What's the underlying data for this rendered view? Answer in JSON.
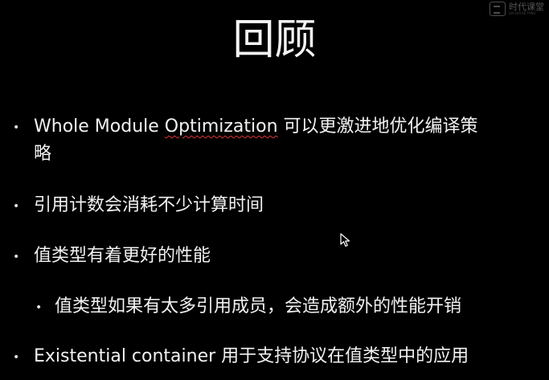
{
  "watermark": {
    "main": "时代课堂",
    "sub": "SHI DAI KE TANG"
  },
  "slide": {
    "title": "回顾",
    "bullets": [
      {
        "pre": "Whole Module ",
        "squiggle": "Optimization",
        "post": " 可以更激进地优化编译策",
        "cont": "略"
      },
      {
        "text": "引用计数会消耗不少计算时间"
      },
      {
        "text": "值类型有着更好的性能"
      },
      {
        "text": "值类型如果有太多引用成员，会造成额外的性能开销"
      },
      {
        "text": "Existential container 用于支持协议在值类型中的应用"
      }
    ],
    "bullet_glyph": "•"
  },
  "icons": {
    "cursor": "mouse-pointer-icon",
    "logo": "logo-icon"
  }
}
